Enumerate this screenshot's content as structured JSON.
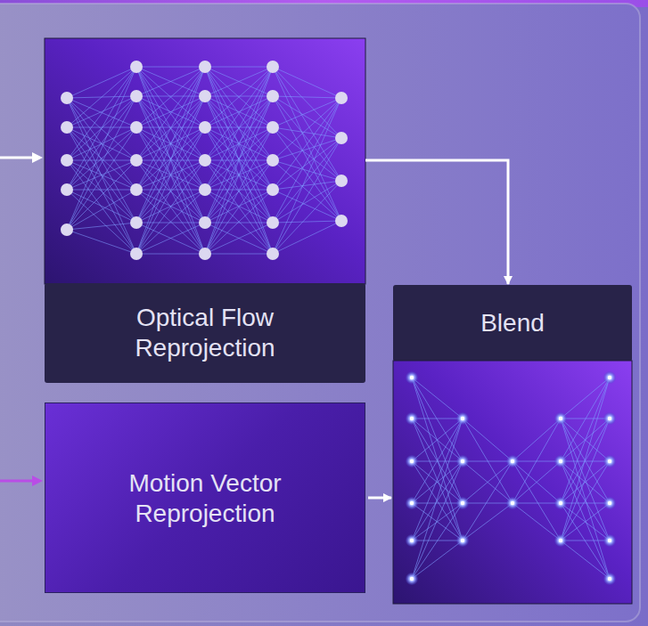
{
  "diagram": {
    "nodes": [
      {
        "text": [
          "Optical Flow Reprojection"
        ]
      },
      {
        "text": [
          "Motion Vector Reprojection"
        ]
      },
      {
        "text": [
          "Blend"
        ]
      }
    ],
    "edges": [
      {
        "from": 0,
        "to": 2,
        "arrow": "to"
      },
      {
        "from": 1,
        "to": 2,
        "arrow": "to"
      }
    ]
  }
}
